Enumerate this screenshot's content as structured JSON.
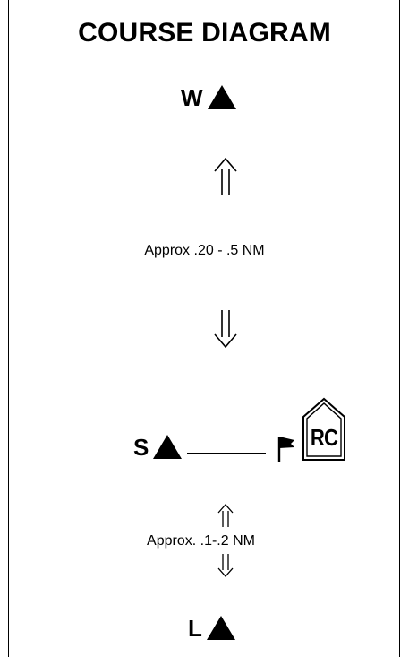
{
  "title": "COURSE DIAGRAM",
  "marks": {
    "windward_letter": "W",
    "start_letter": "S",
    "leeward_letter": "L"
  },
  "distances": {
    "windward_leg": "Approx .20 - .5 NM",
    "leeward_leg": "Approx. .1-.2 NM"
  },
  "committee_boat_label": "RC",
  "icons": {
    "mark": "triangle-up-icon",
    "arrow_up": "double-arrow-up-icon",
    "arrow_down": "double-arrow-down-icon",
    "pin_flag": "flag-icon",
    "committee_boat": "committee-boat-icon"
  }
}
